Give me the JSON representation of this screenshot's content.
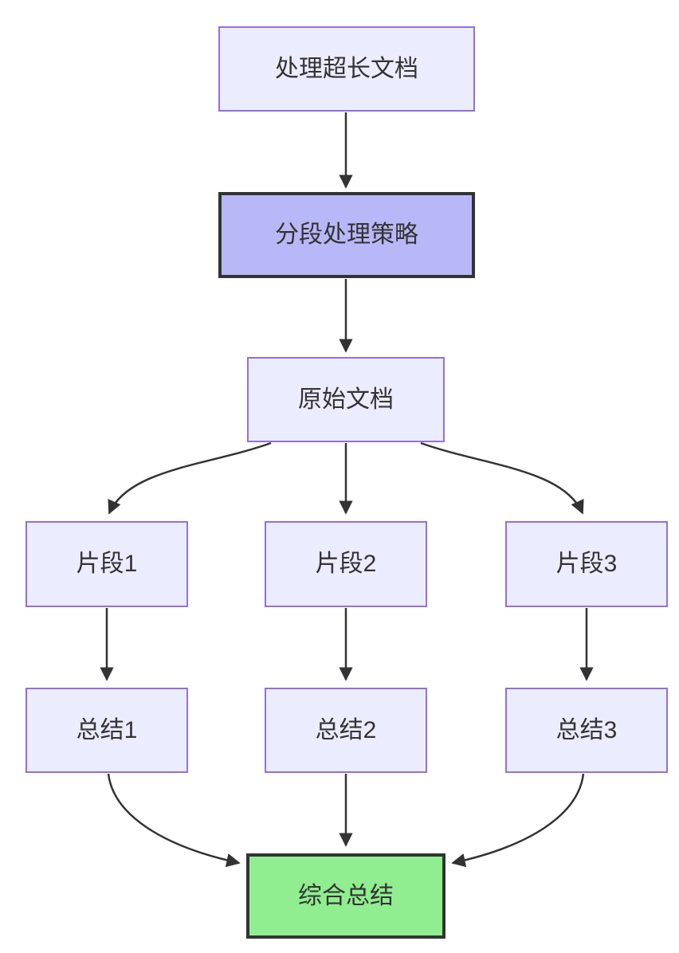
{
  "diagram": {
    "type": "flowchart",
    "direction": "top-down",
    "nodes": [
      {
        "id": "A",
        "label": "处理超长文档",
        "style": "default"
      },
      {
        "id": "B",
        "label": "分段处理策略",
        "style": "highlight"
      },
      {
        "id": "C",
        "label": "原始文档",
        "style": "default"
      },
      {
        "id": "D1",
        "label": "片段1",
        "style": "default"
      },
      {
        "id": "D2",
        "label": "片段2",
        "style": "default"
      },
      {
        "id": "D3",
        "label": "片段3",
        "style": "default"
      },
      {
        "id": "S1",
        "label": "总结1",
        "style": "default"
      },
      {
        "id": "S2",
        "label": "总结2",
        "style": "default"
      },
      {
        "id": "S3",
        "label": "总结3",
        "style": "default"
      },
      {
        "id": "F",
        "label": "综合总结",
        "style": "success"
      }
    ],
    "edges": [
      {
        "from": "A",
        "to": "B"
      },
      {
        "from": "B",
        "to": "C"
      },
      {
        "from": "C",
        "to": "D1"
      },
      {
        "from": "C",
        "to": "D2"
      },
      {
        "from": "C",
        "to": "D3"
      },
      {
        "from": "D1",
        "to": "S1"
      },
      {
        "from": "D2",
        "to": "S2"
      },
      {
        "from": "D3",
        "to": "S3"
      },
      {
        "from": "S1",
        "to": "F"
      },
      {
        "from": "S2",
        "to": "F"
      },
      {
        "from": "S3",
        "to": "F"
      }
    ],
    "colors": {
      "node_fill": "#ECECFF",
      "node_border": "#9370DB",
      "highlight_fill": "#B8B8F8",
      "highlight_border": "#333333",
      "success_fill": "#90EE90",
      "success_border": "#333333",
      "edge": "#333333",
      "text": "#333333",
      "background": "#FFFFFF"
    }
  }
}
